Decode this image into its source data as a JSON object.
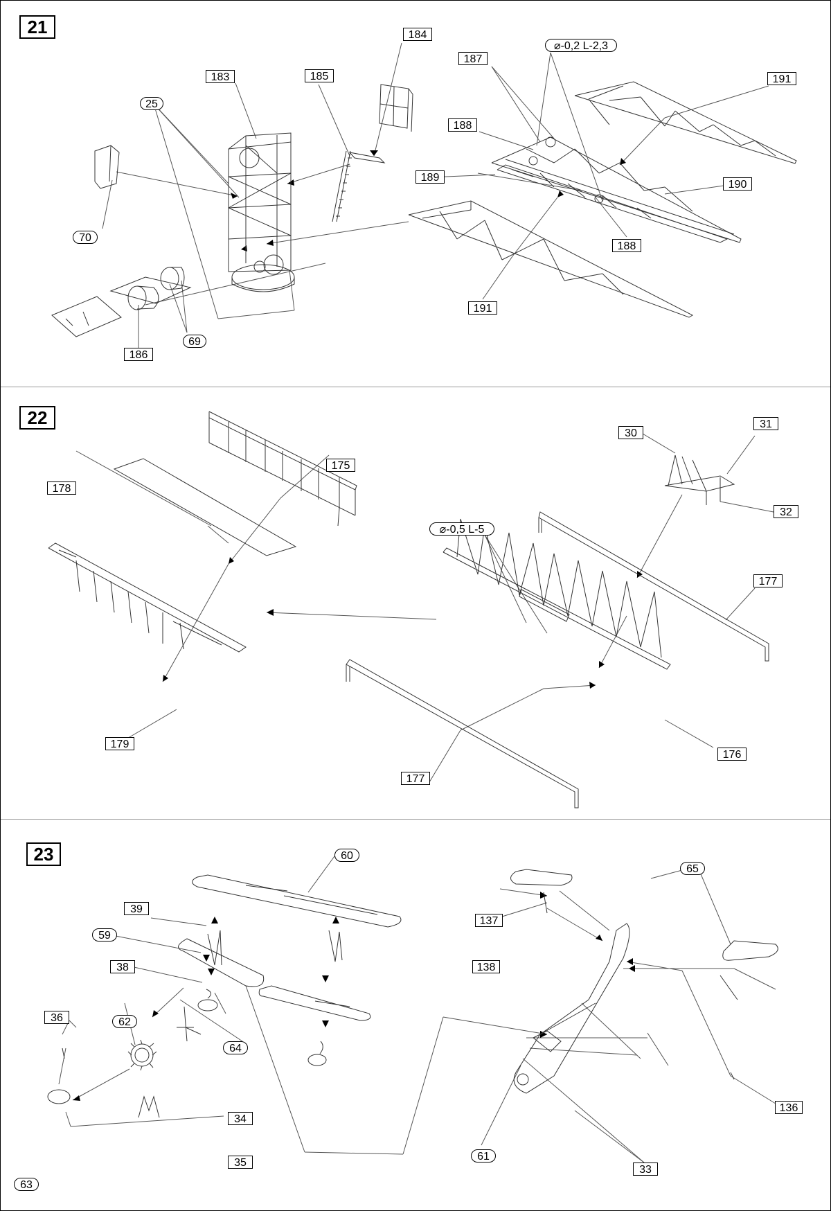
{
  "steps": {
    "s21": {
      "number": "21",
      "labels": {
        "p25": "25",
        "p70": "70",
        "p183": "183",
        "p185": "185",
        "p184": "184",
        "p187": "187",
        "wire": "⌀-0,2 L-2,3",
        "p191a": "191",
        "p188a": "188",
        "p189": "189",
        "p190": "190",
        "p188b": "188",
        "p191b": "191",
        "p69": "69",
        "p186": "186"
      }
    },
    "s22": {
      "number": "22",
      "labels": {
        "p30": "30",
        "p31": "31",
        "p32": "32",
        "p178": "178",
        "p175": "175",
        "wire": "⌀-0,5 L-5",
        "p177a": "177",
        "p179": "179",
        "p176": "176",
        "p177b": "177"
      }
    },
    "s23": {
      "number": "23",
      "labels": {
        "p60": "60",
        "p65": "65",
        "p39": "39",
        "p59": "59",
        "p137": "137",
        "p38": "38",
        "p138": "138",
        "p36": "36",
        "p62": "62",
        "p64": "64",
        "p34": "34",
        "p136": "136",
        "p35": "35",
        "p61": "61",
        "p33": "33",
        "p63": "63"
      }
    }
  }
}
